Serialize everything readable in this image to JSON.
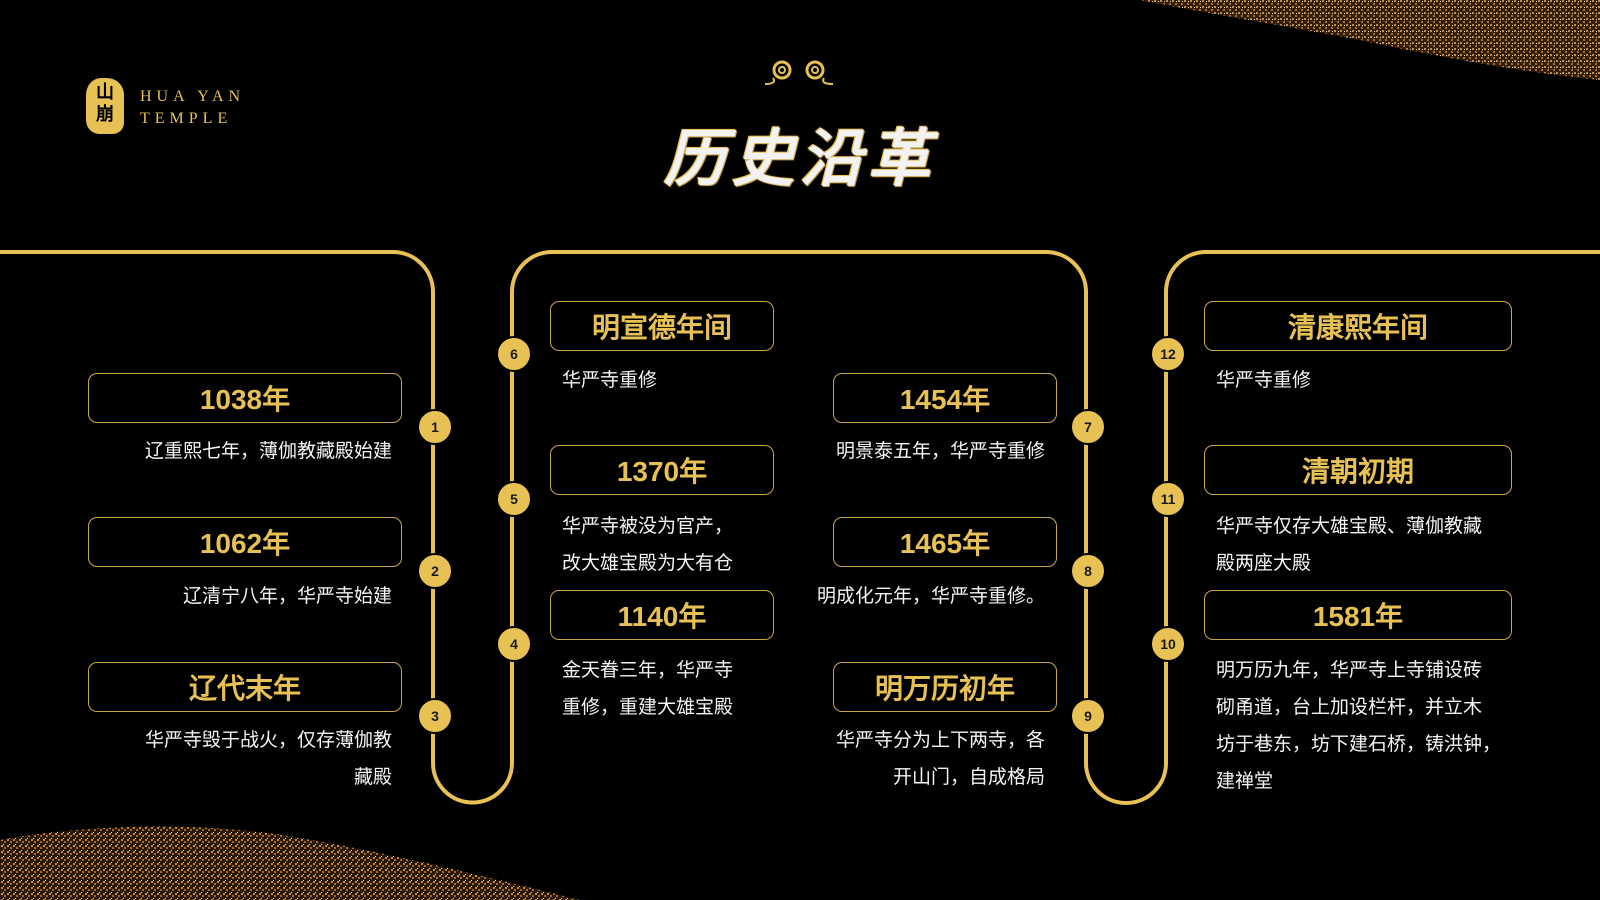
{
  "logo": {
    "seal_glyph": "山\n崩",
    "line1": "HUA YAN",
    "line2": "TEMPLE"
  },
  "header": {
    "title": "历史沿革"
  },
  "colors": {
    "accent_gold": "#E8C155",
    "background": "#000000",
    "text": "#F4F4F4"
  },
  "timeline": [
    {
      "index": "1",
      "label": "1038年",
      "desc": [
        "辽重熙七年，薄伽教藏殿始建"
      ]
    },
    {
      "index": "2",
      "label": "1062年",
      "desc": [
        "辽清宁八年，华严寺始建"
      ]
    },
    {
      "index": "3",
      "label": "辽代末年",
      "desc": [
        "华严寺毁于战火，仅存薄伽教",
        "藏殿"
      ]
    },
    {
      "index": "4",
      "label": "1140年",
      "desc": [
        "金天眷三年，华严寺",
        "重修，重建大雄宝殿"
      ]
    },
    {
      "index": "5",
      "label": "1370年",
      "desc": [
        "华严寺被没为官产，",
        "改大雄宝殿为大有仓"
      ]
    },
    {
      "index": "6",
      "label": "明宣德年间",
      "desc": [
        "华严寺重修"
      ]
    },
    {
      "index": "7",
      "label": "1454年",
      "desc": [
        "明景泰五年，华严寺重修"
      ]
    },
    {
      "index": "8",
      "label": "1465年",
      "desc": [
        "明成化元年，华严寺重修。"
      ]
    },
    {
      "index": "9",
      "label": "明万历初年",
      "desc": [
        "华严寺分为上下两寺，各",
        "开山门，自成格局"
      ]
    },
    {
      "index": "10",
      "label": "1581年",
      "desc": [
        "明万历九年，华严寺上寺铺设砖",
        "砌甬道，台上加设栏杆，并立木",
        "坊于巷东，坊下建石桥，铸洪钟，",
        "建禅堂"
      ]
    },
    {
      "index": "11",
      "label": "清朝初期",
      "desc": [
        "华严寺仅存大雄宝殿、薄伽教藏",
        "殿两座大殿"
      ]
    },
    {
      "index": "12",
      "label": "清康熙年间",
      "desc": [
        "华严寺重修"
      ]
    }
  ]
}
